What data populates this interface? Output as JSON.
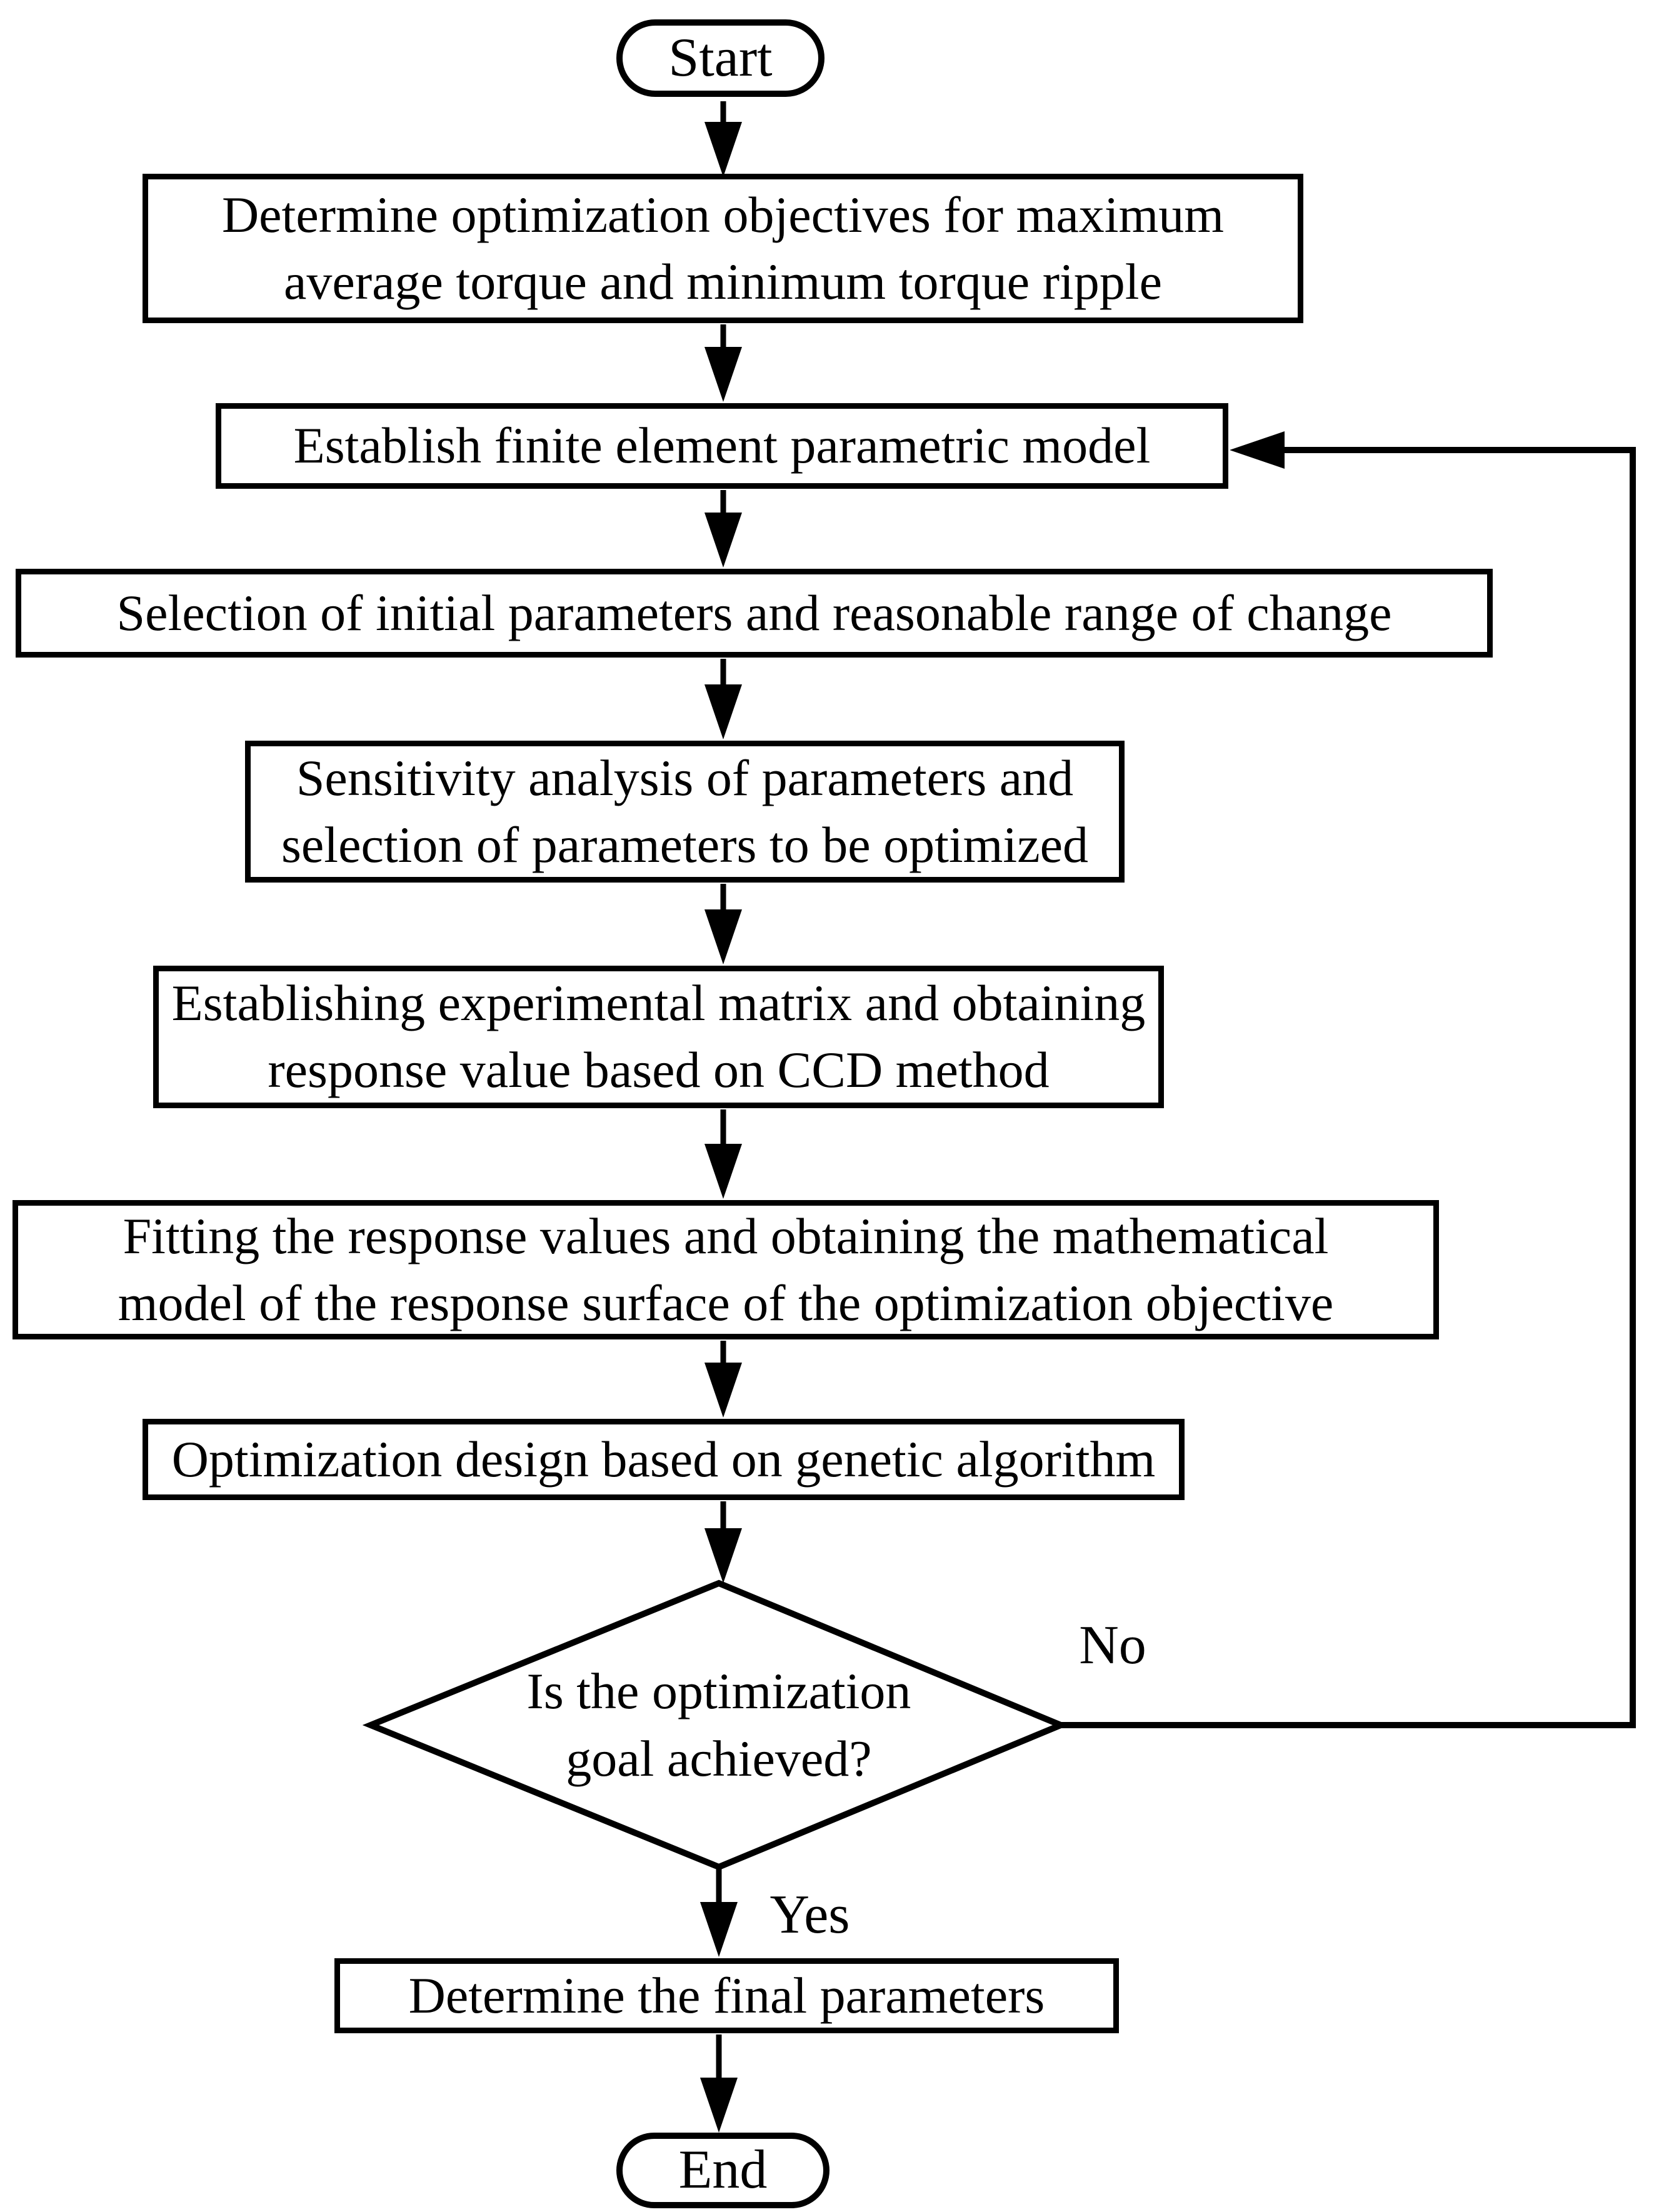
{
  "flowchart": {
    "nodes": {
      "start": {
        "label": "Start"
      },
      "objectives": {
        "label": "Determine optimization objectives for maximum\naverage torque and minimum torque ripple"
      },
      "fe_model": {
        "label": "Establish finite element parametric model"
      },
      "initial_params": {
        "label": "Selection of initial parameters and reasonable range of change"
      },
      "sensitivity": {
        "label": "Sensitivity analysis of parameters and\nselection of parameters to be optimized"
      },
      "ccd_matrix": {
        "label": "Establishing experimental matrix and obtaining\nresponse value based on CCD method"
      },
      "fitting": {
        "label": "Fitting the response values and obtaining the mathematical\nmodel of the response surface of the optimization objective"
      },
      "ga_design": {
        "label": "Optimization design based on genetic algorithm"
      },
      "goal_check": {
        "label": "Is the optimization\ngoal achieved?"
      },
      "final_params": {
        "label": "Determine the final parameters"
      },
      "end": {
        "label": "End"
      }
    },
    "edge_labels": {
      "no": "No",
      "yes": "Yes"
    },
    "colors": {
      "line": "#000000",
      "background": "#ffffff",
      "text": "#000000"
    }
  }
}
